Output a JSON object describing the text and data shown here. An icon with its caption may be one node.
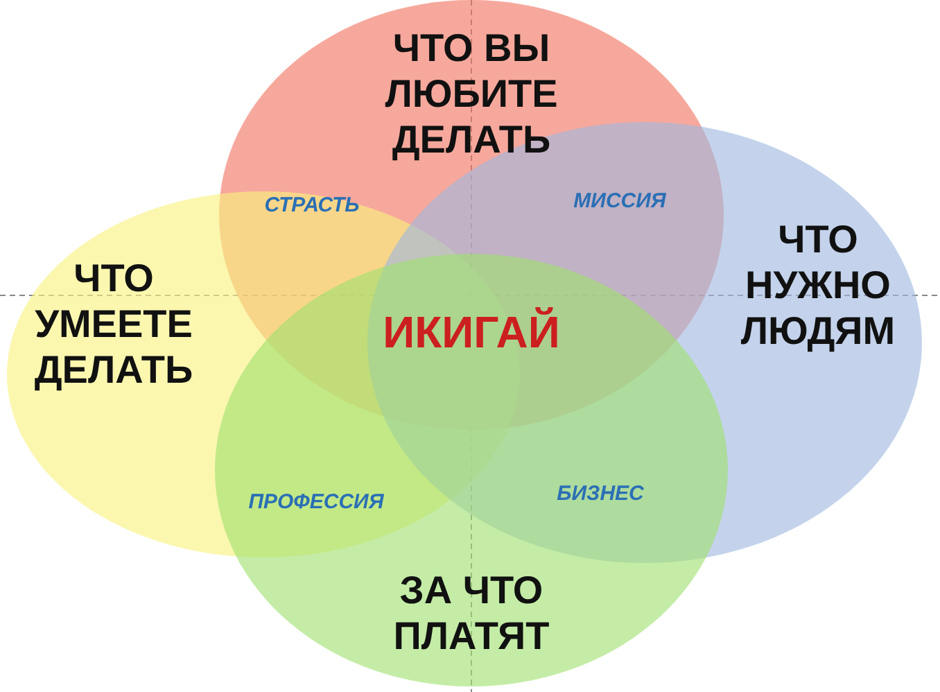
{
  "diagram": {
    "nodes": [
      {
        "text": [
          "ЧТО ВЫ ЛЮБИТЕ ДЕЛАТЬ"
        ]
      },
      {
        "text": [
          "ЧТО УМЕЕТЕ ДЕЛАТЬ"
        ]
      },
      {
        "text": [
          "ЧТО НУЖНО ЛЮДЯМ"
        ]
      },
      {
        "text": [
          "ЗА ЧТО ПЛАТЯТ"
        ]
      }
    ],
    "labels": [
      "СТРАСТЬ",
      "МИССИЯ",
      "ИКИГАЙ",
      "ПРОФЕССИЯ",
      "БИЗНЕС"
    ]
  }
}
